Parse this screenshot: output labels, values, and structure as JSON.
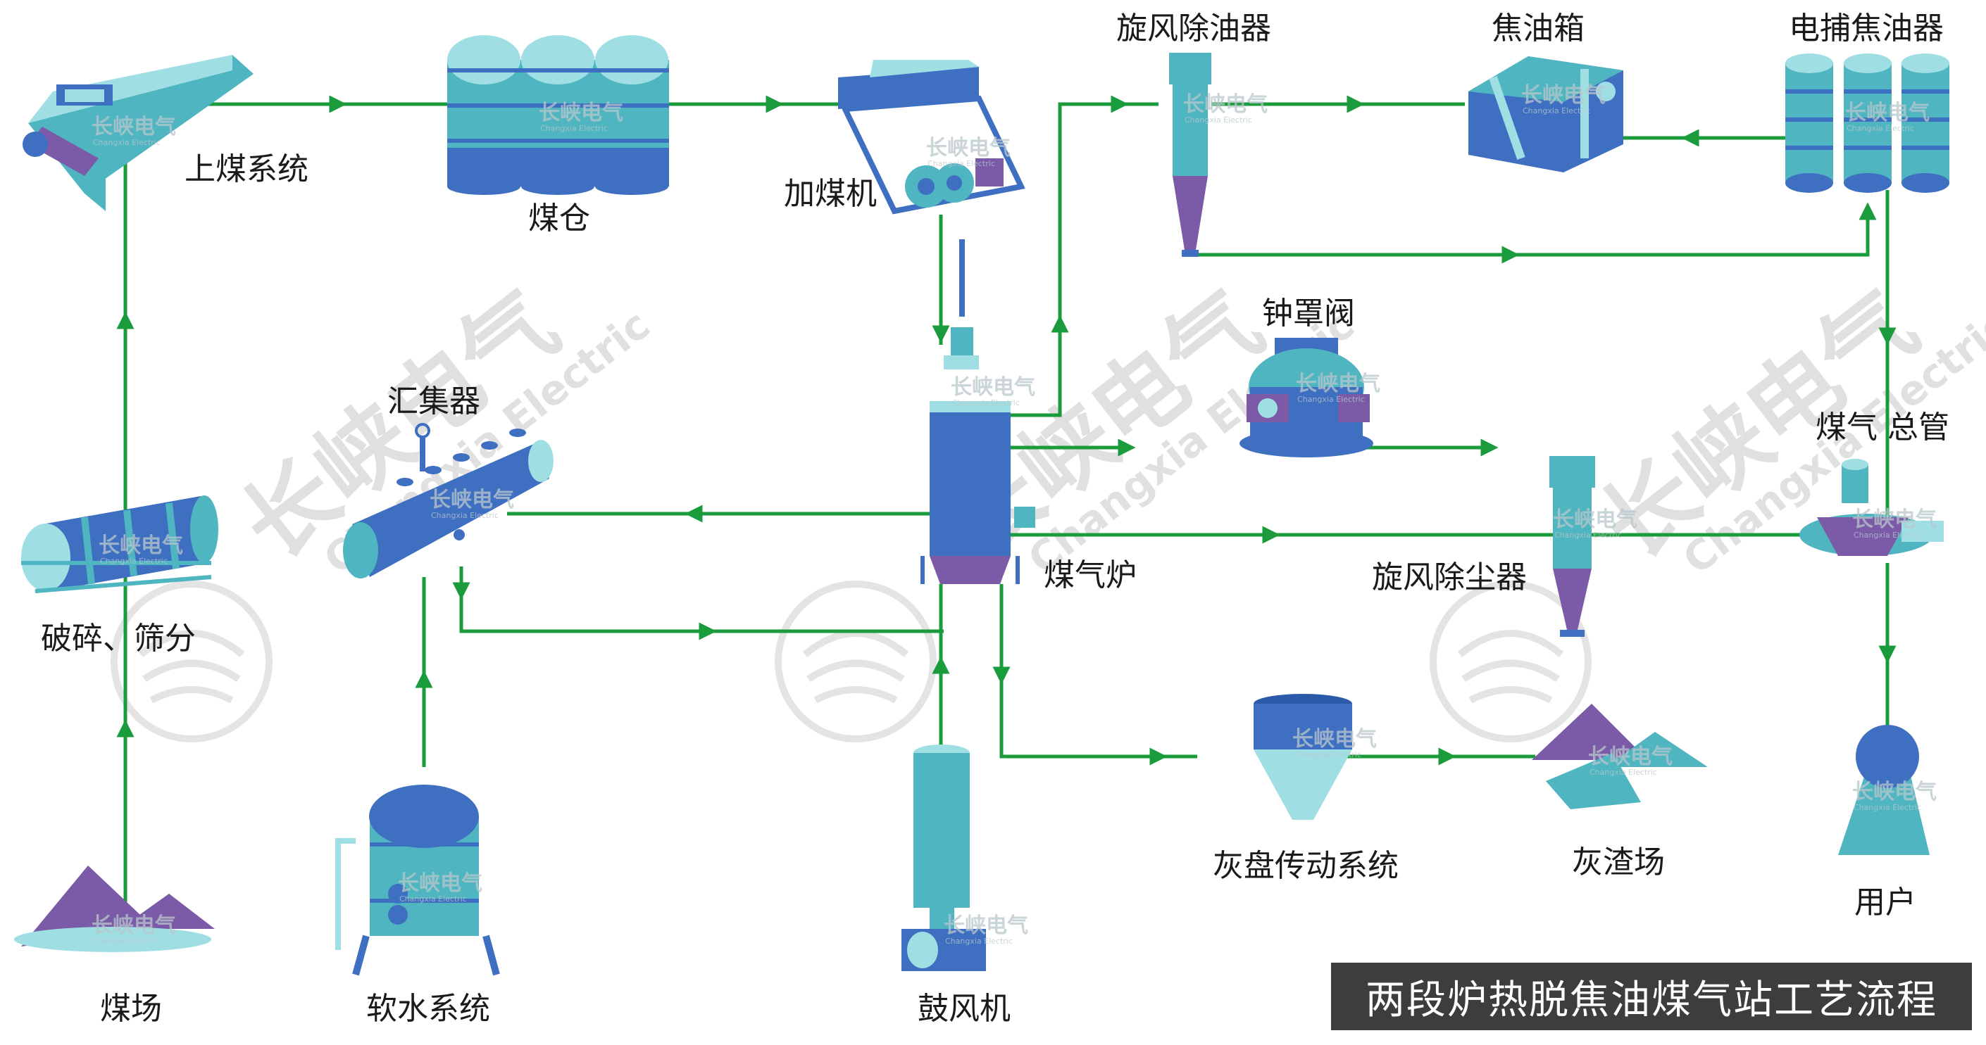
{
  "title": "两段炉热脱焦油煤气站工艺流程",
  "watermark": {
    "cn": "长峡电气",
    "en": "Changxia Electric"
  },
  "labels": {
    "shangmei": "上煤系统",
    "meicang": "煤仓",
    "jiameiji": "加煤机",
    "xuanfengchuyou": "旋风除油器",
    "jiaoyouxiang": "焦油箱",
    "dianbu": "电捕焦油器",
    "zhongzhao": "钟罩阀",
    "huijiqi": "汇集器",
    "meiqizongguan": "煤气 总管",
    "posui": "破碎、筛分",
    "meiqilu": "煤气炉",
    "xuanfengchuchen": "旋风除尘器",
    "huipan": "灰盘传动系统",
    "huizha": "灰渣场",
    "yonghu": "用户",
    "meichang": "煤场",
    "ruanshui": "软水系统",
    "gufengji": "鼓风机"
  },
  "colors": {
    "flow": "#1a9b3c",
    "blue": "#3f6fc1",
    "teal": "#4fb5c0",
    "light": "#9fdfe4",
    "purple": "#7b5aa8",
    "title_bg": "#3d3d3d"
  }
}
